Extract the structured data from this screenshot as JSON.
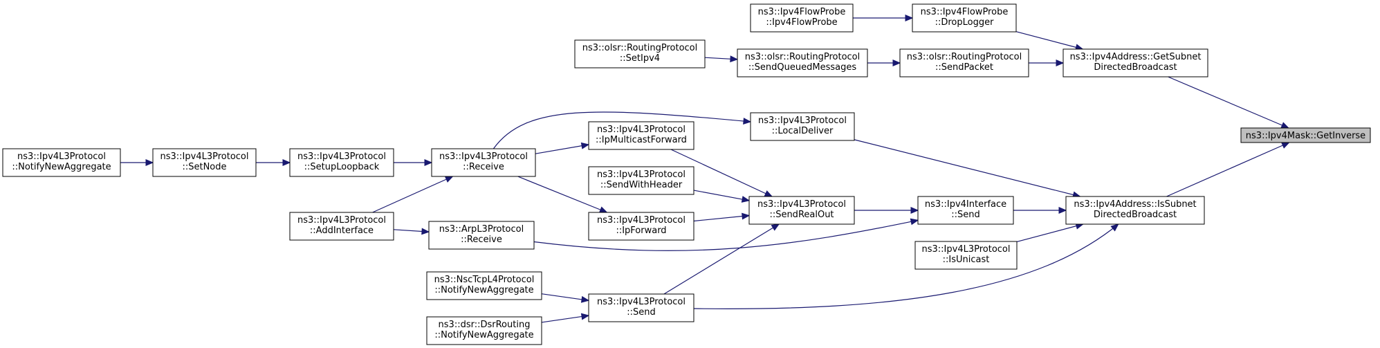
{
  "diagram": {
    "colors": {
      "edge": "#191970",
      "root_fill": "#bfbfbf",
      "node_fill": "#ffffff",
      "node_border": "#000000"
    },
    "nodes": {
      "getInverse": {
        "label": [
          "ns3::Ipv4Mask::GetInverse"
        ],
        "root": true
      },
      "getSubnetDB": {
        "label": [
          "ns3::Ipv4Address::GetSubnet",
          "DirectedBroadcast"
        ]
      },
      "isSubnetDB": {
        "label": [
          "ns3::Ipv4Address::IsSubnet",
          "DirectedBroadcast"
        ]
      },
      "dropLogger": {
        "label": [
          "ns3::Ipv4FlowProbe",
          "::DropLogger"
        ]
      },
      "flowProbeCtor": {
        "label": [
          "ns3::Ipv4FlowProbe",
          "::Ipv4FlowProbe"
        ]
      },
      "olsrSendPacket": {
        "label": [
          "ns3::olsr::RoutingProtocol",
          "::SendPacket"
        ]
      },
      "olsrSendQueued": {
        "label": [
          "ns3::olsr::RoutingProtocol",
          "::SendQueuedMessages"
        ]
      },
      "olsrSetIpv4": {
        "label": [
          "ns3::olsr::RoutingProtocol",
          "::SetIpv4"
        ]
      },
      "localDeliver": {
        "label": [
          "ns3::Ipv4L3Protocol",
          "::LocalDeliver"
        ]
      },
      "l3Receive": {
        "label": [
          "ns3::Ipv4L3Protocol",
          "::Receive"
        ]
      },
      "setupLoopback": {
        "label": [
          "ns3::Ipv4L3Protocol",
          "::SetupLoopback"
        ]
      },
      "setNode": {
        "label": [
          "ns3::Ipv4L3Protocol",
          "::SetNode"
        ]
      },
      "l3NotifyNewAgg": {
        "label": [
          "ns3::Ipv4L3Protocol",
          "::NotifyNewAggregate"
        ]
      },
      "addInterface": {
        "label": [
          "ns3::Ipv4L3Protocol",
          "::AddInterface"
        ]
      },
      "ifaceSend": {
        "label": [
          "ns3::Ipv4Interface",
          "::Send"
        ]
      },
      "sendRealOut": {
        "label": [
          "ns3::Ipv4L3Protocol",
          "::SendRealOut"
        ]
      },
      "ipMulticastFwd": {
        "label": [
          "ns3::Ipv4L3Protocol",
          "::IpMulticastForward"
        ]
      },
      "sendWithHeader": {
        "label": [
          "ns3::Ipv4L3Protocol",
          "::SendWithHeader"
        ]
      },
      "ipForward": {
        "label": [
          "ns3::Ipv4L3Protocol",
          "::IpForward"
        ]
      },
      "l3Send": {
        "label": [
          "ns3::Ipv4L3Protocol",
          "::Send"
        ]
      },
      "arpReceive": {
        "label": [
          "ns3::ArpL3Protocol",
          "::Receive"
        ]
      },
      "nscNotify": {
        "label": [
          "ns3::NscTcpL4Protocol",
          "::NotifyNewAggregate"
        ]
      },
      "dsrNotify": {
        "label": [
          "ns3::dsr::DsrRouting",
          "::NotifyNewAggregate"
        ]
      },
      "isUnicast": {
        "label": [
          "ns3::Ipv4L3Protocol",
          "::IsUnicast"
        ]
      }
    },
    "edges": [
      [
        "getSubnetDB",
        "getInverse"
      ],
      [
        "isSubnetDB",
        "getInverse"
      ],
      [
        "dropLogger",
        "getSubnetDB"
      ],
      [
        "flowProbeCtor",
        "dropLogger"
      ],
      [
        "olsrSendPacket",
        "getSubnetDB"
      ],
      [
        "olsrSendQueued",
        "olsrSendPacket"
      ],
      [
        "olsrSetIpv4",
        "olsrSendQueued"
      ],
      [
        "localDeliver",
        "isSubnetDB"
      ],
      [
        "l3Receive",
        "localDeliver"
      ],
      [
        "setupLoopback",
        "l3Receive"
      ],
      [
        "setNode",
        "setupLoopback"
      ],
      [
        "l3NotifyNewAgg",
        "setNode"
      ],
      [
        "addInterface",
        "l3Receive"
      ],
      [
        "ifaceSend",
        "isSubnetDB"
      ],
      [
        "sendRealOut",
        "ifaceSend"
      ],
      [
        "arpReceive",
        "ifaceSend"
      ],
      [
        "addInterface",
        "arpReceive"
      ],
      [
        "ipMulticastFwd",
        "sendRealOut"
      ],
      [
        "l3Receive",
        "ipMulticastFwd"
      ],
      [
        "sendWithHeader",
        "sendRealOut"
      ],
      [
        "ipForward",
        "sendRealOut"
      ],
      [
        "l3Receive",
        "ipForward"
      ],
      [
        "l3Send",
        "sendRealOut"
      ],
      [
        "l3Send",
        "isSubnetDB"
      ],
      [
        "nscNotify",
        "l3Send"
      ],
      [
        "dsrNotify",
        "l3Send"
      ],
      [
        "isUnicast",
        "isSubnetDB"
      ]
    ]
  }
}
